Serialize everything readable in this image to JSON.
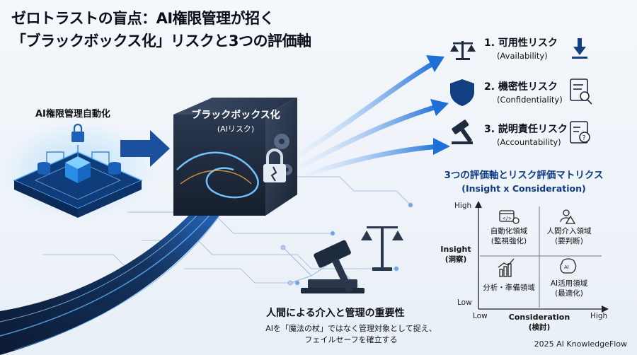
{
  "header": {
    "title_line1": "ゼロトラストの盲点：AI権限管理が招く",
    "title_line2": "「ブラックボックス化」リスクと3つの評価軸"
  },
  "automation": {
    "label": "AI権限管理自動化"
  },
  "blackbox": {
    "title": "ブラックボックス化",
    "subtitle": "(AIリスク)"
  },
  "risks": [
    {
      "title": "1. 可用性リスク",
      "subtitle": "(Availability)",
      "icon": "balance-scale-icon",
      "side_icon": "download-arrow-icon"
    },
    {
      "title": "2. 機密性リスク",
      "subtitle": "(Confidentiality)",
      "icon": "shield-icon",
      "side_icon": "document-search-icon"
    },
    {
      "title": "3. 説明責任リスク",
      "subtitle": "(Accountability)",
      "icon": "gavel-icon",
      "side_icon": "document-question-icon"
    }
  ],
  "matrix": {
    "title": "3つの評価軸とリスク評価マトリクス",
    "subtitle": "(Insight x Consideration)",
    "y_axis": {
      "label": "Insight",
      "sublabel": "(洞察)",
      "high": "High",
      "low": "Low"
    },
    "x_axis": {
      "label": "Consideration",
      "sublabel": "(検討)",
      "low": "Low",
      "high": "High"
    },
    "quadrants": [
      {
        "line1": "自動化領域",
        "line2": "(監視強化)",
        "icon": "code-window-icon"
      },
      {
        "line1": "人間介入領域",
        "line2": "(要判断)",
        "icon": "user-alert-icon"
      },
      {
        "line1": "分析・準備領域",
        "line2": "",
        "icon": "bar-chart-icon"
      },
      {
        "line1": "AI活用領域",
        "line2": "(最適化)",
        "icon": "ai-brain-icon"
      }
    ]
  },
  "human": {
    "title": "人間による介入と管理の重要性",
    "line1": "AIを「魔法の杖」ではなく管理対象として捉え、",
    "line2": "フェイルセーフを確立する"
  },
  "footer": {
    "credit": "2025 AI KnowledgeFlow"
  },
  "colors": {
    "accent": "#0d3b82",
    "glow": "#3ea0ff",
    "cube": "#1e2a3d",
    "dark": "#0b1a33"
  }
}
